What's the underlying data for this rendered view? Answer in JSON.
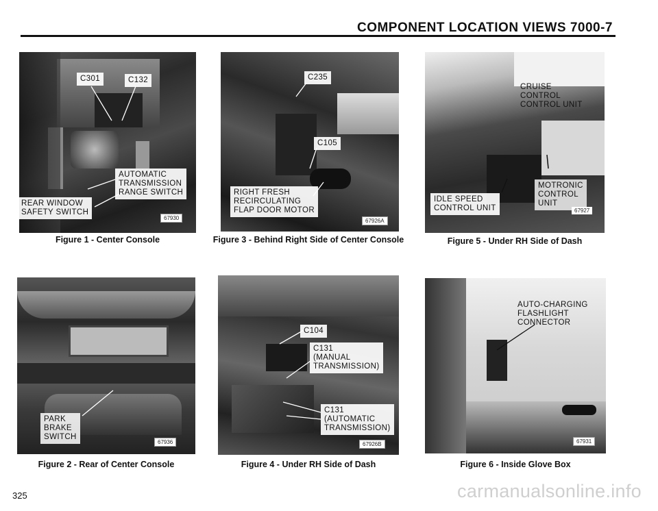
{
  "header": {
    "title": "COMPONENT LOCATION VIEWS   7000-7"
  },
  "figures": [
    {
      "caption": "Figure 1 - Center Console",
      "labels": [
        "C301",
        "C132",
        "AUTOMATIC\nTRANSMISSION\nRANGE SWITCH",
        "REAR WINDOW\nSAFETY SWITCH"
      ],
      "code": "67930"
    },
    {
      "caption": "Figure 2 - Rear of Center Console",
      "labels": [
        "PARK\nBRAKE\nSWITCH"
      ],
      "code": "67936"
    },
    {
      "caption": "Figure 3 - Behind Right Side of Center Console",
      "labels": [
        "C235",
        "C105",
        "RIGHT FRESH\nRECIRCULATING\nFLAP DOOR MOTOR"
      ],
      "code": "67926A"
    },
    {
      "caption": "Figure 4 - Under RH Side of Dash",
      "labels": [
        "C104",
        "C131\n(MANUAL\nTRANSMISSION)",
        "C131\n(AUTOMATIC\nTRANSMISSION)"
      ],
      "code": "67926B"
    },
    {
      "caption": "Figure 5 - Under RH Side of Dash",
      "labels": [
        "CRUISE\nCONTROL\nCONTROL UNIT",
        "MOTRONIC\nCONTROL\nUNIT",
        "IDLE SPEED\nCONTROL UNIT"
      ],
      "code": "67927"
    },
    {
      "caption": "Figure 6 - Inside Glove Box",
      "labels": [
        "AUTO-CHARGING\nFLASHLIGHT\nCONNECTOR"
      ],
      "code": "67931"
    }
  ],
  "page_number": "325",
  "watermark": "carmanualsonline.info"
}
